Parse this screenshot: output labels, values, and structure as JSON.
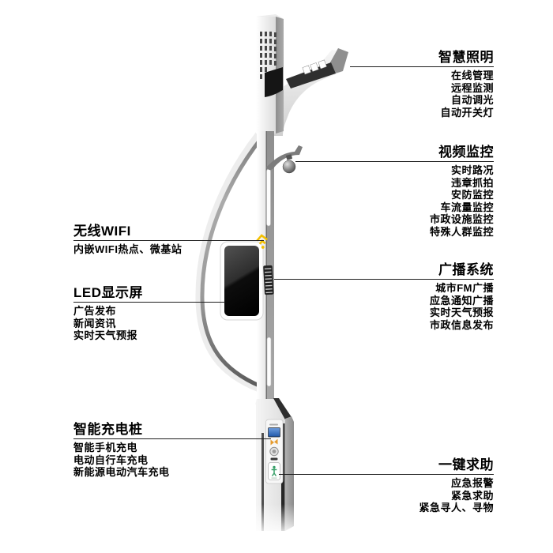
{
  "page": {
    "background": "#ffffff"
  },
  "colors": {
    "leader_line": "#1e1e1e",
    "text": "#000000",
    "wifi_icon_yellow": "#f3c000",
    "charging_screen_blue": "#2f6bc4",
    "help_button_green": "#3aa06a",
    "panel_glyph_orange": "#e59b2e"
  },
  "features": {
    "left": [
      {
        "title": "无线WIFI",
        "items": [
          "内嵌WIFI热点、微基站"
        ]
      },
      {
        "title": "LED显示屏",
        "items": [
          "广告发布",
          "新闻资讯",
          "实时天气预报"
        ]
      },
      {
        "title": "智能充电桩",
        "items": [
          "智能手机充电",
          "电动自行车充电",
          "新能源电动汽车充电"
        ]
      }
    ],
    "right": [
      {
        "title": "智慧照明",
        "items": [
          "在线管理",
          "远程监测",
          "自动调光",
          "自动开关灯"
        ]
      },
      {
        "title": "视频监控",
        "items": [
          "实时路况",
          "违章抓拍",
          "安防监控",
          "车流量监控",
          "市政设施监控",
          "特殊人群监控"
        ]
      },
      {
        "title": "广播系统",
        "items": [
          "城市FM广播",
          "应急通知广播",
          "实时天气预报",
          "市政信息发布"
        ]
      },
      {
        "title": "一键求助",
        "items": [
          "应急报警",
          "紧急求助",
          "紧急寻人、寻物"
        ]
      }
    ]
  },
  "illustration": {
    "components": [
      "street-lamp-head",
      "ventilated-pole-top",
      "surveillance-camera-dome",
      "decorative-arc",
      "wifi-signal-icon",
      "led-display-screen",
      "speaker-grille",
      "charging-station-base",
      "charging-screen",
      "emergency-help-button"
    ]
  }
}
